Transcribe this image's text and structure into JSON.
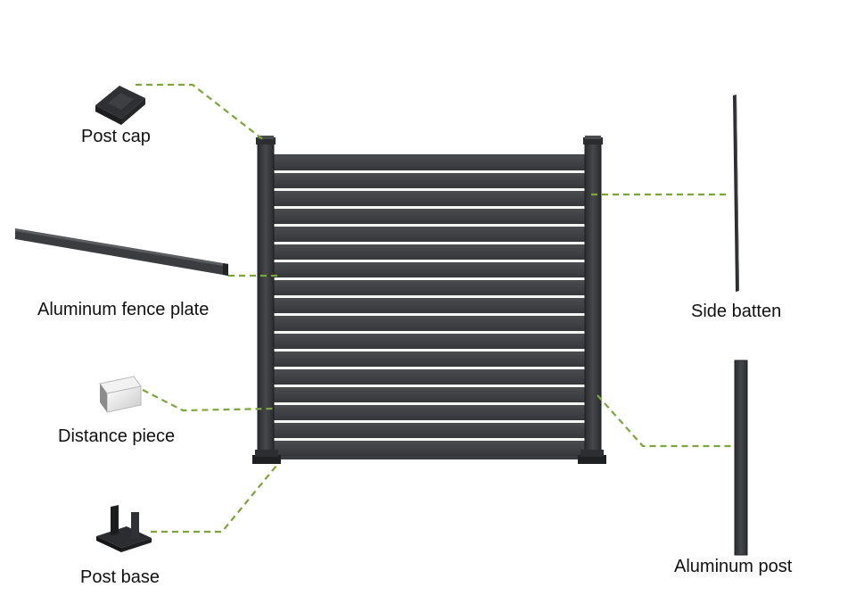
{
  "labels": {
    "post_cap": "Post cap",
    "fence_plate": "Aluminum fence plate",
    "distance_piece": "Distance piece",
    "post_base": "Post base",
    "side_batten": "Side batten",
    "aluminum_post": "Aluminum post"
  },
  "colors": {
    "leader_line": "#7aa63a",
    "aluminum": "#3b3d40",
    "aluminum_dark": "#26282a",
    "gap": "#f4f4f4"
  },
  "fence": {
    "slat_count": 17
  }
}
